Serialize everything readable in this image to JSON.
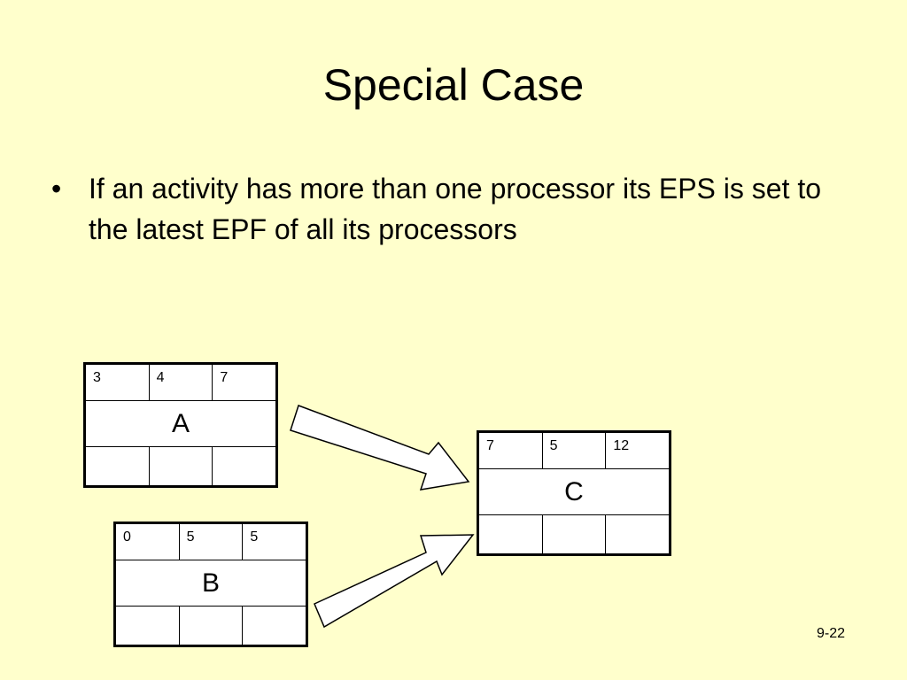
{
  "slide": {
    "title": "Special Case",
    "bullet": "If an activity has more than one processor its EPS is set to the latest EPF of all its processors",
    "page_number": "9-22"
  },
  "nodes": {
    "a": {
      "label": "A",
      "top": [
        "3",
        "4",
        "7"
      ],
      "bottom": [
        "",
        "",
        ""
      ]
    },
    "b": {
      "label": "B",
      "top": [
        "0",
        "5",
        "5"
      ],
      "bottom": [
        "",
        "",
        ""
      ]
    },
    "c": {
      "label": "C",
      "top": [
        "7",
        "5",
        "12"
      ],
      "bottom": [
        "",
        "",
        ""
      ]
    }
  },
  "edges": [
    {
      "from": "A",
      "to": "C"
    },
    {
      "from": "B",
      "to": "C"
    }
  ],
  "colors": {
    "background": "#FFFFCC",
    "node_fill": "#FFFFFF",
    "arrow_fill": "#FFFFFF",
    "stroke": "#000000"
  }
}
